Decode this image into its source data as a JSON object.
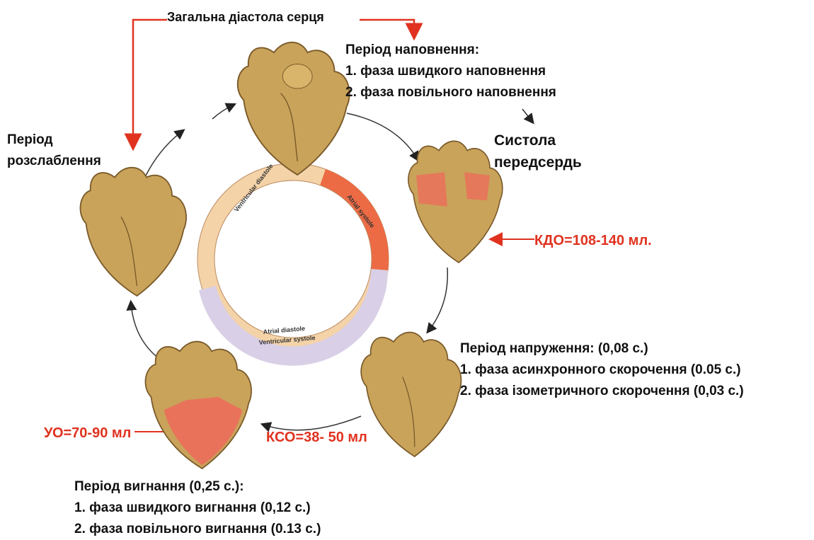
{
  "labels": {
    "general_diastole": "Загальна діастола серця",
    "filling": {
      "title": "Період наповнення:",
      "phases": [
        "1. фаза швидкого наповнення",
        "2. фаза повільного наповнення"
      ]
    },
    "relaxation": [
      "Період",
      "розслаблення"
    ],
    "atrial_systole": [
      "Систола",
      "передсердь"
    ],
    "edv": "КДО=108-140 мл.",
    "tension": {
      "title": "Період напруження: (0,08 с.)",
      "phases": [
        "1. фаза асинхронного скорочення (0.05 с.)",
        "2. фаза ізометричного скорочення (0,03 с.)"
      ]
    },
    "stroke_volume": "УО=70-90 мл",
    "esv": "КСО=38- 50 мл",
    "ejection": {
      "title": "Період вигнання (0,25 с.):",
      "phases": [
        "1. фаза швидкого вигнання (0,12 с.)",
        "2. фаза повільного вигнання (0.13 с.)"
      ]
    }
  },
  "ring": {
    "ventricular_diastole": "Ventricular diastole",
    "atrial_systole": "Atrial systole",
    "atrial_diastole": "Atrial diastole",
    "ventricular_systole": "Ventricular systole"
  },
  "colors": {
    "annotation_red": "#e0321f",
    "ring_peach": "#f5d3a8",
    "ring_salmon": "#ec6b45",
    "ring_lavender": "#d9cfe6",
    "heart_tan": "#c9a35a",
    "heart_red": "#e8735a"
  }
}
